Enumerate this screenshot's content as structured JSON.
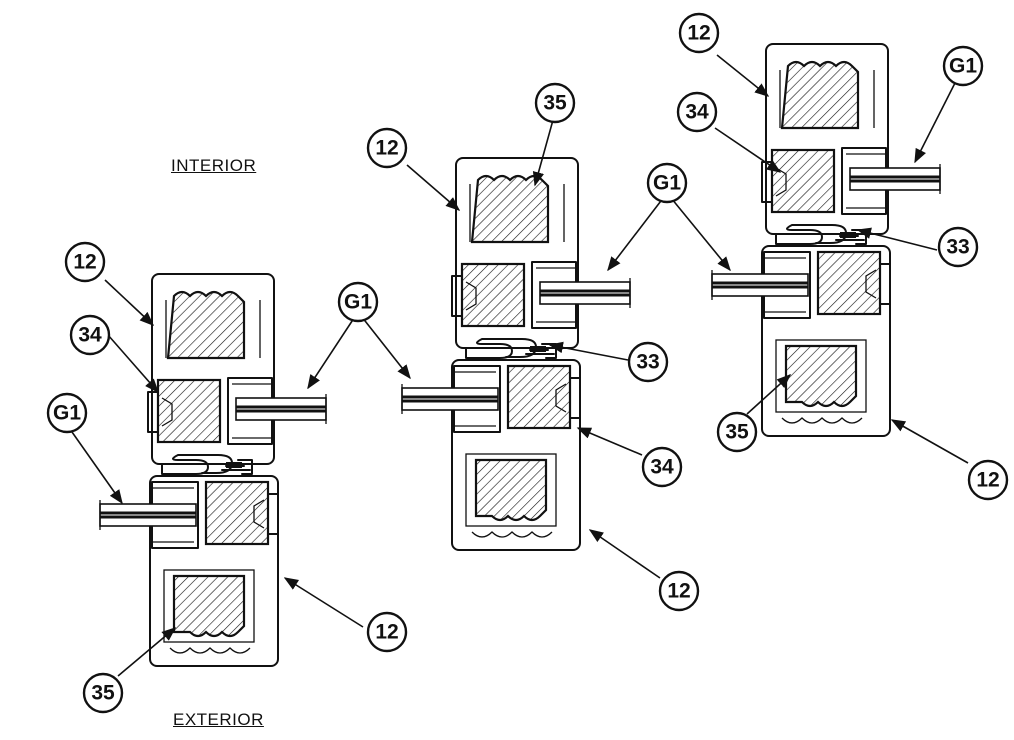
{
  "labels": {
    "interior": "INTERIOR",
    "exterior": "EXTERIOR"
  },
  "callouts": {
    "c12": "12",
    "c33": "33",
    "c34": "34",
    "c35": "35",
    "cG1": "G1"
  }
}
